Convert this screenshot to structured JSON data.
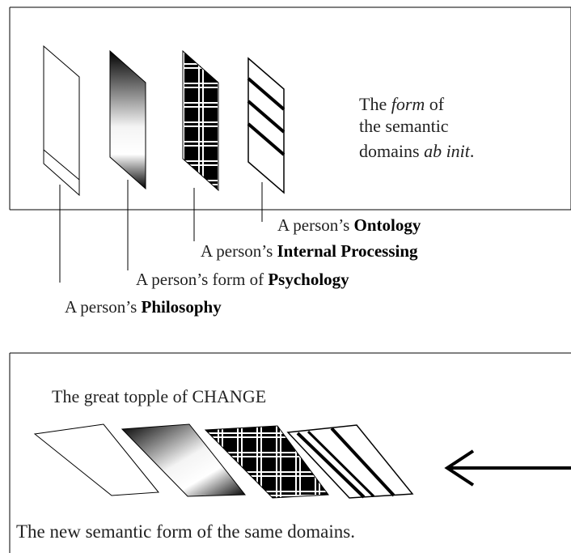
{
  "top_panel": {
    "caption_line1_pre": "The ",
    "caption_line1_italic": "form",
    "caption_line1_post": " of",
    "caption_line2": "the semantic",
    "caption_line3_pre": "domains ",
    "caption_line3_italic": "ab init",
    "caption_line3_post": "."
  },
  "labels": [
    {
      "prefix": "A person’s ",
      "strong": "Ontology"
    },
    {
      "prefix": "A person’s ",
      "strong": "Internal Processing"
    },
    {
      "prefix": "A person’s form of ",
      "strong": "Psychology"
    },
    {
      "prefix": "A person’s ",
      "strong": "Philosophy"
    }
  ],
  "bottom_panel": {
    "title": "The great topple of CHANGE",
    "footer": "The new semantic form of the same domains."
  },
  "panels": [
    "plain",
    "gradient",
    "plaid",
    "stripes"
  ]
}
